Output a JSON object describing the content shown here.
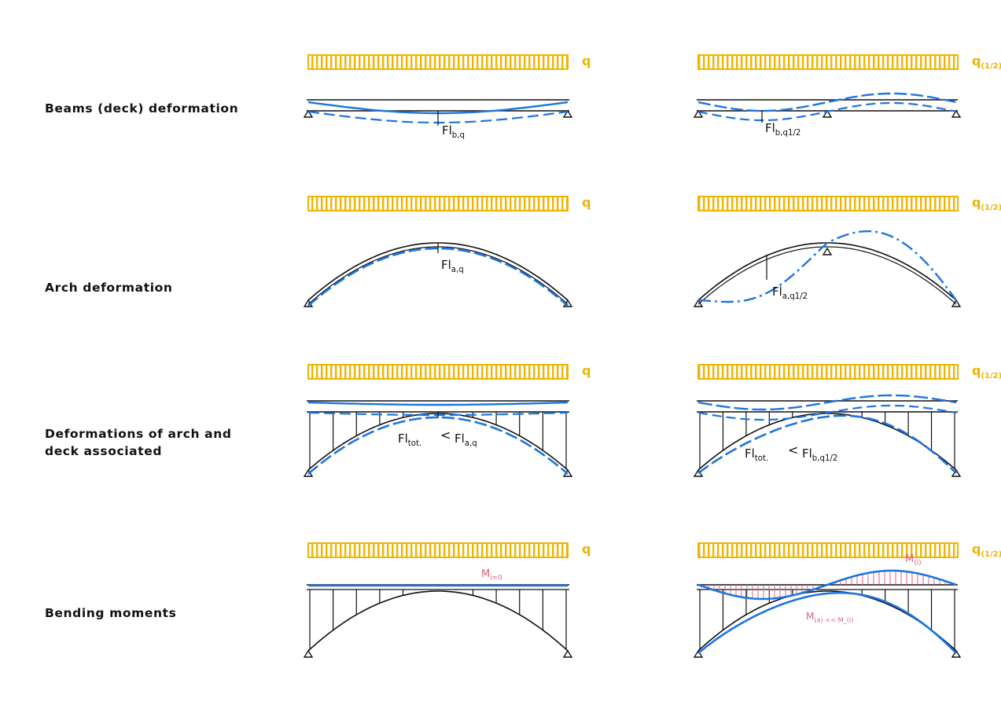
{
  "rows": [
    {
      "label": "Beams (deck) deformation"
    },
    {
      "label": "Arch deformation"
    },
    {
      "label": "Deformations of arch and\ndeck associated"
    },
    {
      "label": "Bending moments"
    }
  ],
  "loads": {
    "full": "q",
    "half": "q(1/2)"
  },
  "annotations": {
    "beam_full": "Fl_b,q",
    "beam_half": "Fl_b,q1/2",
    "arch_full": "Fl_a,q",
    "arch_half": "Fl_a,q1/2",
    "combined_full_left": "Fl_tot.",
    "combined_full_lt": "<",
    "combined_full_right": "Fl_a,q",
    "combined_half_left": "Fl_tot.",
    "combined_half_lt": "<",
    "combined_half_right": "Fl_b,q1/2",
    "moment_full": "M_i=0",
    "moment_half_top": "M_(i)",
    "moment_half_bottom": "M_(a) << M_(i)"
  },
  "colors": {
    "load": "#f0b400",
    "deformation": "#1e74e0",
    "structure": "#111111",
    "moment": "#e0607a"
  }
}
